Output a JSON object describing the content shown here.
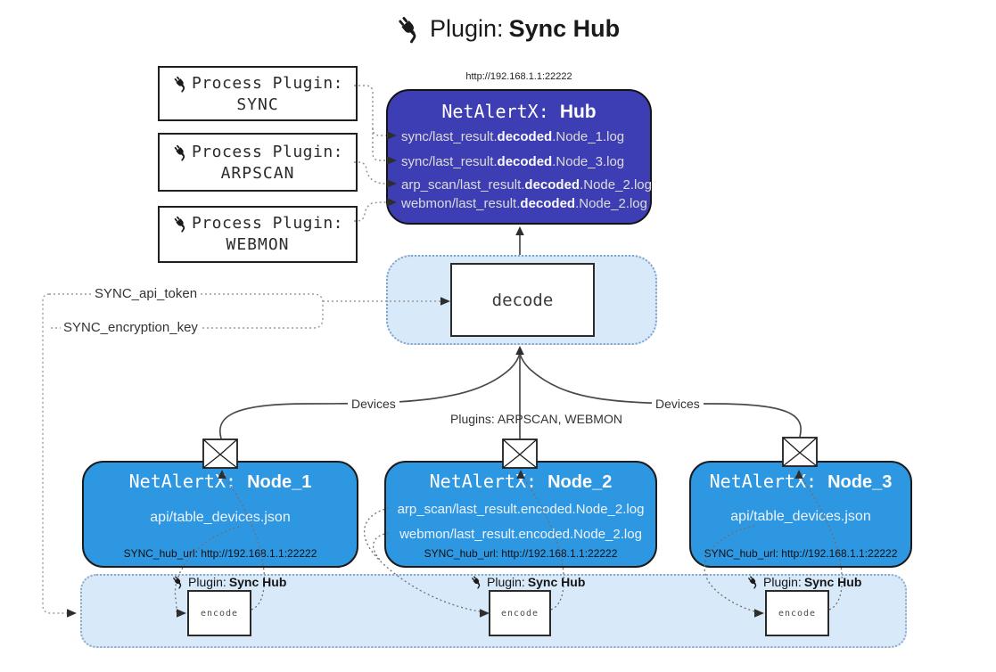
{
  "title": {
    "prefix": "Plugin:",
    "name": "Sync Hub"
  },
  "hub_url_label": "http://192.168.1.1:22222",
  "process_plugins": [
    {
      "label": "Process Plugin:",
      "name": "SYNC"
    },
    {
      "label": "Process Plugin:",
      "name": "ARPSCAN"
    },
    {
      "label": "Process Plugin:",
      "name": "WEBMON"
    }
  ],
  "hub": {
    "title_prefix": "NetAlertX:",
    "title_name": "Hub",
    "logs": [
      {
        "pre": "sync/last_result.",
        "bold": "decoded",
        "post": ".Node_1.log"
      },
      {
        "pre": "sync/last_result.",
        "bold": "decoded",
        "post": ".Node_3.log"
      },
      {
        "pre": "arp_scan/last_result.",
        "bold": "decoded",
        "post": ".Node_2.log"
      },
      {
        "pre": "webmon/last_result.",
        "bold": "decoded",
        "post": ".Node_2.log"
      }
    ]
  },
  "decode_box": {
    "label": "decode"
  },
  "config_labels": {
    "api_token": "SYNC_api_token",
    "encryption_key": "SYNC_encryption_key"
  },
  "edge_labels": {
    "devices_left": "Devices",
    "plugins_middle": "Plugins: ARPSCAN, WEBMON",
    "devices_right": "Devices"
  },
  "nodes": [
    {
      "title_prefix": "NetAlertX:",
      "title_name": "Node_1",
      "files": [
        "api/table_devices.json"
      ],
      "hub_url": "SYNC_hub_url: http://192.168.1.1:22222"
    },
    {
      "title_prefix": "NetAlertX:",
      "title_name": "Node_2",
      "files": [
        "arp_scan/last_result.encoded.Node_2.log",
        "webmon/last_result.encoded.Node_2.log"
      ],
      "hub_url": "SYNC_hub_url: http://192.168.1.1:22222"
    },
    {
      "title_prefix": "NetAlertX:",
      "title_name": "Node_3",
      "files": [
        "api/table_devices.json"
      ],
      "hub_url": "SYNC_hub_url: http://192.168.1.1:22222"
    }
  ],
  "encode_plugins": [
    {
      "prefix": "Plugin:",
      "name": "Sync Hub",
      "box_label": "encode"
    },
    {
      "prefix": "Plugin:",
      "name": "Sync Hub",
      "box_label": "encode"
    },
    {
      "prefix": "Plugin:",
      "name": "Sync Hub",
      "box_label": "encode"
    }
  ],
  "colors": {
    "hub_fill": "#3e3eb4",
    "node_fill": "#2e97e2",
    "container_fill": "#d8e9fa",
    "container_border": "#7ea2cc",
    "box_border": "#1f1f1f",
    "arrow": "#4a4a4a",
    "dotted_line": "#949494"
  }
}
